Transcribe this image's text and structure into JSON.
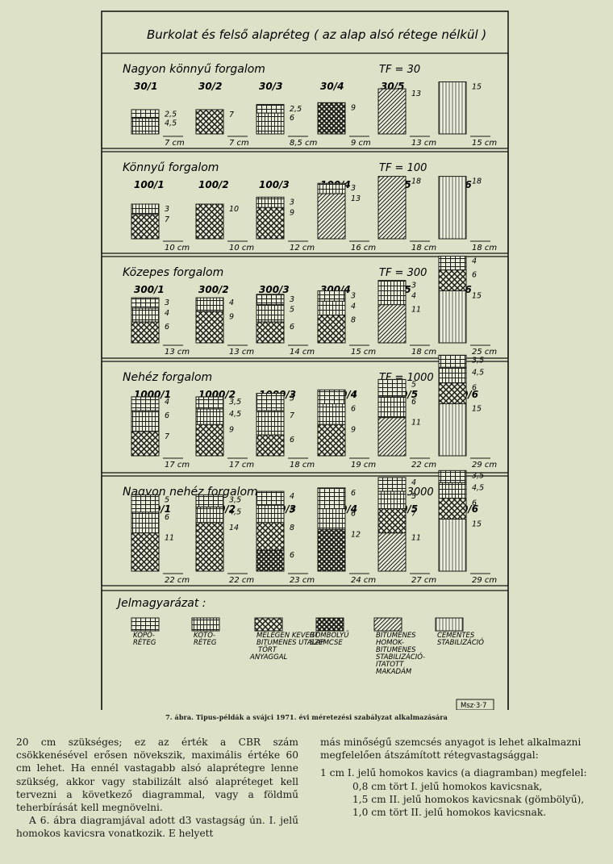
{
  "figure": {
    "header": "Burkolat és felső alapréteg ( az alap alsó rétege nélkül )",
    "sections": [
      {
        "title": "Nagyon könnyű forgalom",
        "tf": "TF = 30",
        "examples": [
          {
            "id": "30/1",
            "layers": [
              {
                "t": "kopo",
                "v": "2,5"
              },
              {
                "t": "koto",
                "v": "4,5"
              }
            ],
            "total": "7 cm"
          },
          {
            "id": "30/2",
            "layers": [
              {
                "t": "melegen",
                "v": "7"
              }
            ],
            "total": "7 cm"
          },
          {
            "id": "30/3",
            "layers": [
              {
                "t": "kopo",
                "v": "2,5"
              },
              {
                "t": "koto",
                "v": "6"
              }
            ],
            "total": "8,5 cm"
          },
          {
            "id": "30/4",
            "layers": [
              {
                "t": "hideg",
                "v": "9"
              }
            ],
            "total": "9 cm"
          },
          {
            "id": "30/5",
            "layers": [
              {
                "t": "bitumenes",
                "v": "13"
              }
            ],
            "total": "13 cm"
          },
          {
            "id": "30/6",
            "layers": [
              {
                "t": "cementes",
                "v": "15"
              }
            ],
            "total": "15 cm"
          }
        ]
      },
      {
        "title": "Könnyű forgalom",
        "tf": "TF = 100",
        "examples": [
          {
            "id": "100/1",
            "layers": [
              {
                "t": "koto",
                "v": "3"
              },
              {
                "t": "melegen",
                "v": "7"
              }
            ],
            "total": "10 cm"
          },
          {
            "id": "100/2",
            "layers": [
              {
                "t": "melegen",
                "v": "10"
              }
            ],
            "total": "10 cm"
          },
          {
            "id": "100/3",
            "layers": [
              {
                "t": "koto",
                "v": "3"
              },
              {
                "t": "melegen",
                "v": "9"
              }
            ],
            "total": "12 cm"
          },
          {
            "id": "100/4",
            "layers": [
              {
                "t": "koto",
                "v": "3"
              },
              {
                "t": "bitumenes",
                "v": "13"
              }
            ],
            "total": "16 cm"
          },
          {
            "id": "100/5",
            "layers": [
              {
                "t": "bitumenes",
                "v": "18"
              }
            ],
            "total": "18 cm"
          },
          {
            "id": "100/6",
            "layers": [
              {
                "t": "cementes",
                "v": "18"
              }
            ],
            "total": "18 cm"
          }
        ]
      },
      {
        "title": "Közepes forgalom",
        "tf": "TF = 300",
        "examples": [
          {
            "id": "300/1",
            "layers": [
              {
                "t": "kopo",
                "v": "3"
              },
              {
                "t": "koto",
                "v": "4"
              },
              {
                "t": "melegen",
                "v": "6"
              }
            ],
            "total": "13 cm"
          },
          {
            "id": "300/2",
            "layers": [
              {
                "t": "koto",
                "v": "4"
              },
              {
                "t": "melegen",
                "v": "9"
              }
            ],
            "total": "13 cm"
          },
          {
            "id": "300/3",
            "layers": [
              {
                "t": "kopo",
                "v": "3"
              },
              {
                "t": "koto",
                "v": "5"
              },
              {
                "t": "melegen",
                "v": "6"
              }
            ],
            "total": "14 cm"
          },
          {
            "id": "300/4",
            "layers": [
              {
                "t": "kopo",
                "v": "3"
              },
              {
                "t": "koto",
                "v": "4"
              },
              {
                "t": "melegen",
                "v": "8"
              }
            ],
            "total": "15 cm"
          },
          {
            "id": "300/5",
            "layers": [
              {
                "t": "koto",
                "v": "3"
              },
              {
                "t": "koto",
                "v": "4"
              },
              {
                "t": "bitumenes",
                "v": "11"
              }
            ],
            "total": "18 cm"
          },
          {
            "id": "300/6",
            "layers": [
              {
                "t": "kopo",
                "v": "4"
              },
              {
                "t": "melegen",
                "v": "6"
              },
              {
                "t": "cementes",
                "v": "15"
              }
            ],
            "total": "25 cm"
          }
        ]
      },
      {
        "title": "Nehéz forgalom",
        "tf": "TF = 1000",
        "examples": [
          {
            "id": "1000/1",
            "layers": [
              {
                "t": "kopo",
                "v": "4"
              },
              {
                "t": "koto",
                "v": "6"
              },
              {
                "t": "melegen",
                "v": "7"
              }
            ],
            "total": "17 cm"
          },
          {
            "id": "1000/2",
            "layers": [
              {
                "t": "kopo",
                "v": "3,5"
              },
              {
                "t": "koto",
                "v": "4,5"
              },
              {
                "t": "melegen",
                "v": "9"
              }
            ],
            "total": "17 cm"
          },
          {
            "id": "1000/3",
            "layers": [
              {
                "t": "kopo",
                "v": "5"
              },
              {
                "t": "koto",
                "v": "7"
              },
              {
                "t": "melegen",
                "v": "6"
              }
            ],
            "total": "18 cm"
          },
          {
            "id": "1000/4",
            "layers": [
              {
                "t": "kopo",
                "v": "4"
              },
              {
                "t": "koto",
                "v": "6"
              },
              {
                "t": "melegen",
                "v": "9"
              }
            ],
            "total": "19 cm"
          },
          {
            "id": "1000/5",
            "layers": [
              {
                "t": "kopo",
                "v": "5"
              },
              {
                "t": "koto",
                "v": "6"
              },
              {
                "t": "bitumenes",
                "v": "11"
              }
            ],
            "total": "22 cm"
          },
          {
            "id": "1000/6",
            "layers": [
              {
                "t": "kopo",
                "v": "3,5"
              },
              {
                "t": "koto",
                "v": "4,5"
              },
              {
                "t": "melegen",
                "v": "6"
              },
              {
                "t": "cementes",
                "v": "15"
              }
            ],
            "total": "29 cm"
          }
        ]
      },
      {
        "title": "Nagyon nehéz forgalom",
        "tf": "TF = 3000",
        "examples": [
          {
            "id": "3000/1",
            "layers": [
              {
                "t": "kopo",
                "v": "5"
              },
              {
                "t": "koto",
                "v": "6"
              },
              {
                "t": "melegen",
                "v": "11"
              }
            ],
            "total": "22 cm"
          },
          {
            "id": "3000/2",
            "layers": [
              {
                "t": "kopo",
                "v": "3,5"
              },
              {
                "t": "koto",
                "v": "4,5"
              },
              {
                "t": "melegen",
                "v": "14"
              }
            ],
            "total": "22 cm"
          },
          {
            "id": "3000/3",
            "layers": [
              {
                "t": "kopo",
                "v": "4"
              },
              {
                "t": "koto",
                "v": "5"
              },
              {
                "t": "melegen",
                "v": "8"
              },
              {
                "t": "hideg",
                "v": "6"
              }
            ],
            "total": "23 cm"
          },
          {
            "id": "3000/4",
            "layers": [
              {
                "t": "kopo",
                "v": "6"
              },
              {
                "t": "koto",
                "v": "6"
              },
              {
                "t": "hideg",
                "v": "12"
              }
            ],
            "total": "24 cm"
          },
          {
            "id": "3000/5",
            "layers": [
              {
                "t": "kopo",
                "v": "4"
              },
              {
                "t": "koto",
                "v": "5"
              },
              {
                "t": "melegen",
                "v": "7"
              },
              {
                "t": "bitumenes",
                "v": "11"
              }
            ],
            "total": "27 cm"
          },
          {
            "id": "3000/6",
            "layers": [
              {
                "t": "kopo",
                "v": "3,5"
              },
              {
                "t": "koto",
                "v": "4,5"
              },
              {
                "t": "melegen",
                "v": "6"
              },
              {
                "t": "cementes",
                "v": "15"
              }
            ],
            "total": "29 cm"
          }
        ]
      }
    ],
    "legend": {
      "title": "Jelmagyarázat :",
      "items": [
        {
          "t": "kopo",
          "lines": [
            "KOPÓ-",
            "RÉTEG"
          ]
        },
        {
          "t": "koto",
          "lines": [
            "KÖTŐ-",
            "RÉTEG"
          ]
        },
        {
          "t": "melegen",
          "lines": [
            "MELEGEN KEVERT",
            "BITUMENES UTALAP",
            "TÖRT",
            "ANYAGGAL"
          ]
        },
        {
          "t": "hideg",
          "lines": [
            "GÖMBÖLYŰ",
            "SZEMCSE"
          ]
        },
        {
          "t": "bitumenes",
          "lines": [
            "BITUMENES",
            "HOMOK-",
            "BITUMENES",
            "STABILIZÁCIÓ-",
            "ITATOTT",
            "MAKADÁM"
          ]
        },
        {
          "t": "cementes",
          "lines": [
            "CEMENTES",
            "STABILIZÁCIÓ"
          ]
        }
      ]
    },
    "badge": "Msz·3·7"
  },
  "caption": "7. ábra. Tipus-példák a svájci 1971. évi méretezési szabályzat alkalmazására",
  "body_left": {
    "p1": "20 cm szükséges; ez az érték a CBR szám csökkenésével erősen növekszik, maximális értéke 60 cm lehet. Ha ennél vastagabb alsó alaprétegre lenne szükség, akkor vagy stabilizált alsó alapréteget kell tervezni a következő diagrammal, vagy a földmű teherbírását kell megnövelni.",
    "p2": "A 6. ábra diagramjával adott d3 vastagság ún. I. jelű homokos kavicsra vonatkozik. E helyett"
  },
  "body_right": {
    "intro": "más minőségű szemcsés anyagot is lehet alkalmazni megfelelően átszámított rétegvastagsággal:",
    "l1": "1 cm I. jelű homokos kavics (a diagramban) megfelel:",
    "l2": "0,8 cm tört I. jelű homokos kavicsnak,",
    "l3": "1,5 cm II. jelű homokos kavicsnak (gömbölyű),",
    "l4": "1,0 cm tört II. jelű homokos kavicsnak."
  }
}
